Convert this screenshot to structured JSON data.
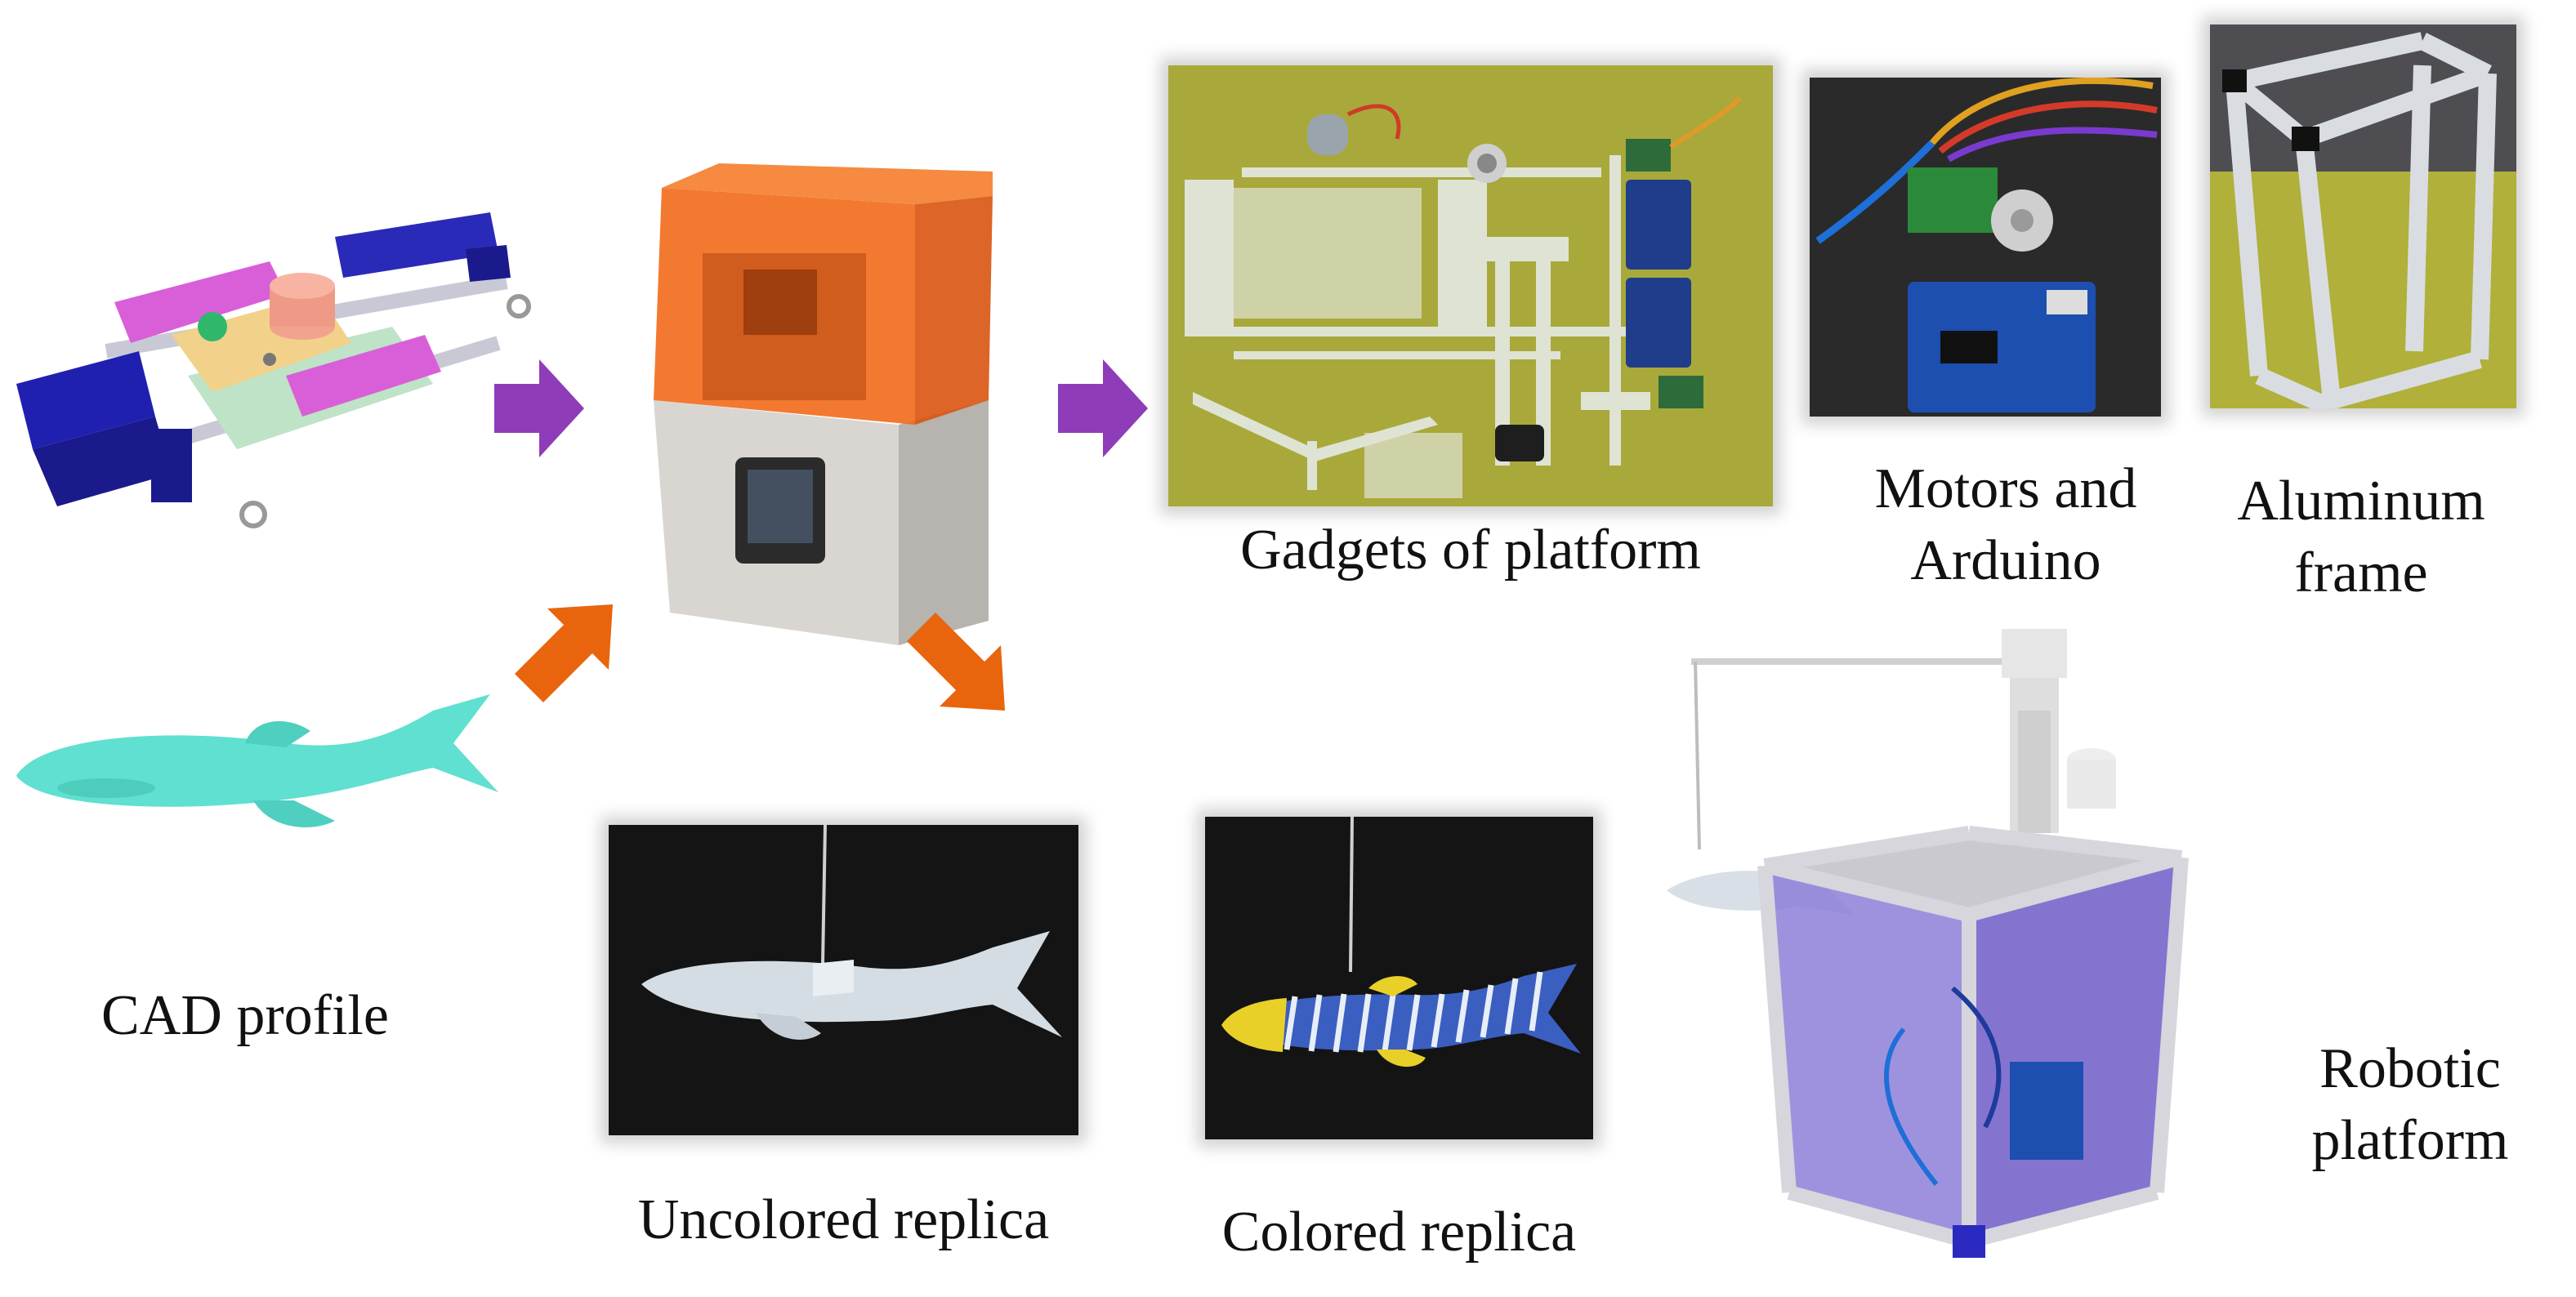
{
  "labels": {
    "cad_profile": "CAD profile",
    "gadgets": "Gadgets of platform",
    "motors_line1": "Motors and",
    "motors_line2": "Arduino",
    "aluminum_line1": "Aluminum",
    "aluminum_line2": "frame",
    "uncolored": "Uncolored replica",
    "colored": "Colored replica",
    "robotic_line1": "Robotic",
    "robotic_line2": "platform"
  },
  "colors": {
    "arrow_purple": "#8e3cb8",
    "arrow_orange": "#e8650e",
    "printer_orange": "#f26a1b",
    "fish_cyan": "#5fe0d0",
    "gadget_bg": "#a8a93a",
    "photo_dark": "#141414"
  }
}
